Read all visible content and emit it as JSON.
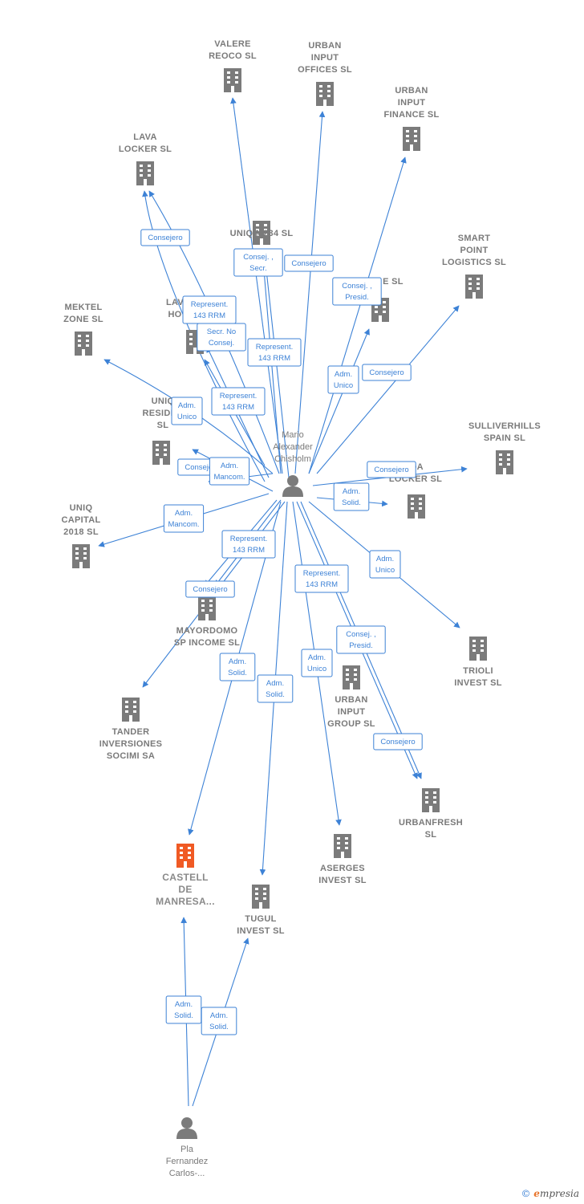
{
  "colors": {
    "company": "#7b7b7b",
    "focus": "#f05a24",
    "edge": "#3d82d6",
    "person": "#7b7b7b"
  },
  "persons": [
    {
      "id": "mario",
      "lines": [
        "Mario",
        "Alexander",
        "Chisholm"
      ],
      "icon": "person-icon"
    },
    {
      "id": "pla",
      "lines": [
        "Pla",
        "Fernandez",
        "Carlos-..."
      ],
      "icon": "person-icon"
    }
  ],
  "companies": [
    {
      "id": "valere",
      "lines": [
        "VALERE",
        "REOCO  SL"
      ],
      "icon": "building-icon"
    },
    {
      "id": "urban_offices",
      "lines": [
        "URBAN",
        "INPUT",
        "OFFICES  SL"
      ],
      "icon": "building-icon"
    },
    {
      "id": "urban_finance",
      "lines": [
        "URBAN",
        "INPUT",
        "FINANCE  SL"
      ],
      "icon": "building-icon"
    },
    {
      "id": "lava_locker",
      "lines": [
        "LAVA",
        "LOCKER SL"
      ],
      "icon": "building-icon"
    },
    {
      "id": "uniq_m234",
      "lines": [
        "UNIQ M234  SL"
      ],
      "icon": "building-icon"
    },
    {
      "id": "smart_point",
      "lines": [
        "SMART",
        "POINT",
        "LOGISTICS  SL"
      ],
      "icon": "building-icon"
    },
    {
      "id": "mektel",
      "lines": [
        "MEKTEL",
        "ZONE  SL"
      ],
      "icon": "building-icon"
    },
    {
      "id": "lava_ho",
      "lines": [
        "LAV",
        "HO"
      ],
      "icon": "building-icon"
    },
    {
      "id": "e_sl",
      "lines": [
        "E  SL"
      ],
      "icon": "building-icon"
    },
    {
      "id": "uniq_residen",
      "lines": [
        "UNIQ",
        "RESIDEN",
        "SL"
      ],
      "icon": "building-icon"
    },
    {
      "id": "sulliverhills",
      "lines": [
        "SULLIVERHILLS",
        "SPAIN  SL"
      ],
      "icon": "building-icon"
    },
    {
      "id": "ida_locker",
      "lines": [
        "IDA",
        "LOCKER  SL"
      ],
      "icon": "building-icon"
    },
    {
      "id": "uniq_capital",
      "lines": [
        "UNIQ",
        "CAPITAL",
        "2018  SL"
      ],
      "icon": "building-icon"
    },
    {
      "id": "mayordomo",
      "lines": [
        "MAYORDOMO",
        "SP INCOME  SL"
      ],
      "icon": "building-icon"
    },
    {
      "id": "trioli",
      "lines": [
        "TRIOLI",
        "INVEST  SL"
      ],
      "icon": "building-icon"
    },
    {
      "id": "urban_group",
      "lines": [
        "URBAN",
        "INPUT",
        "GROUP  SL"
      ],
      "icon": "building-icon"
    },
    {
      "id": "tander",
      "lines": [
        "TANDER",
        "INVERSIONES",
        "SOCIMI SA"
      ],
      "icon": "building-icon"
    },
    {
      "id": "urbanfresh",
      "lines": [
        "URBANFRESH",
        "SL"
      ],
      "icon": "building-icon"
    },
    {
      "id": "castell",
      "lines": [
        "CASTELL",
        "DE",
        "MANRESA..."
      ],
      "icon": "building-icon",
      "focus": true
    },
    {
      "id": "aserges",
      "lines": [
        "ASERGES",
        "INVEST  SL"
      ],
      "icon": "building-icon"
    },
    {
      "id": "tugul",
      "lines": [
        "TUGUL",
        "INVEST  SL"
      ],
      "icon": "building-icon"
    }
  ],
  "relations": [
    {
      "lines": [
        "Consejero"
      ]
    },
    {
      "lines": [
        "Consej. ,",
        "Secr."
      ]
    },
    {
      "lines": [
        "Consejero"
      ]
    },
    {
      "lines": [
        "Consej. ,",
        "Presid."
      ]
    },
    {
      "lines": [
        "Represent.",
        "143 RRM"
      ]
    },
    {
      "lines": [
        "Secr.  No",
        "Consej."
      ]
    },
    {
      "lines": [
        "Represent.",
        "143 RRM"
      ]
    },
    {
      "lines": [
        "Adm.",
        "Unico"
      ]
    },
    {
      "lines": [
        "Consejero"
      ]
    },
    {
      "lines": [
        "Represent.",
        "143 RRM"
      ]
    },
    {
      "lines": [
        "Adm.",
        "Unico"
      ]
    },
    {
      "lines": [
        "Consejero"
      ]
    },
    {
      "lines": [
        "Adm.",
        "Mancom."
      ]
    },
    {
      "lines": [
        "Consejero"
      ]
    },
    {
      "lines": [
        "Adm.",
        "Solid."
      ]
    },
    {
      "lines": [
        "Adm.",
        "Mancom."
      ]
    },
    {
      "lines": [
        "Represent.",
        "143 RRM"
      ]
    },
    {
      "lines": [
        "Adm.",
        "Unico"
      ]
    },
    {
      "lines": [
        "Represent.",
        "143 RRM"
      ]
    },
    {
      "lines": [
        "Consejero"
      ]
    },
    {
      "lines": [
        "Consej. ,",
        "Presid."
      ]
    },
    {
      "lines": [
        "Adm.",
        "Solid."
      ]
    },
    {
      "lines": [
        "Adm.",
        "Unico"
      ]
    },
    {
      "lines": [
        "Adm.",
        "Solid."
      ]
    },
    {
      "lines": [
        "Consejero"
      ]
    },
    {
      "lines": [
        "Adm.",
        "Solid."
      ]
    },
    {
      "lines": [
        "Adm.",
        "Solid."
      ]
    }
  ],
  "footer": {
    "copyright": "©",
    "brand_initial": "e",
    "brand_rest": "mpresia"
  }
}
